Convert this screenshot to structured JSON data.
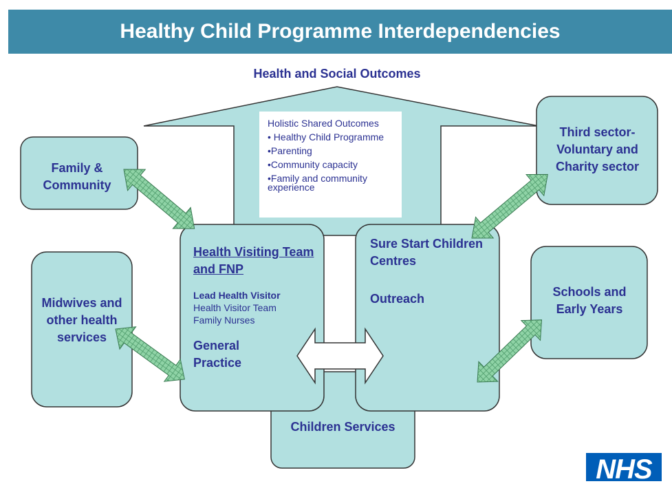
{
  "title": "Healthy Child Programme Interdependencies",
  "top_label": "Health and Social Outcomes",
  "outcomes": {
    "heading": "Holistic Shared Outcomes",
    "items": [
      "• Healthy Child Programme",
      "•Parenting",
      "•Community capacity",
      "•Family and community experience"
    ]
  },
  "family": "Family & Community",
  "third_sector": "Third sector- Voluntary and Charity sector",
  "midwives": "Midwives and other health services",
  "schools": "Schools and Early Years",
  "health_visiting": {
    "title": "Health Visiting Team and FNP",
    "lead": "Lead Health Visitor",
    "team": "Health Visitor Team",
    "nurses": "Family Nurses",
    "gp": "General Practice"
  },
  "sure_start": {
    "title": "Sure Start Children Centres",
    "outreach": "Outreach"
  },
  "children_services": "Children Services",
  "logo": "NHS",
  "colors": {
    "teal": "#b2e0e0",
    "navy": "#2b3192",
    "banner": "#3e8aa8",
    "arrow": "#7fc99a"
  }
}
